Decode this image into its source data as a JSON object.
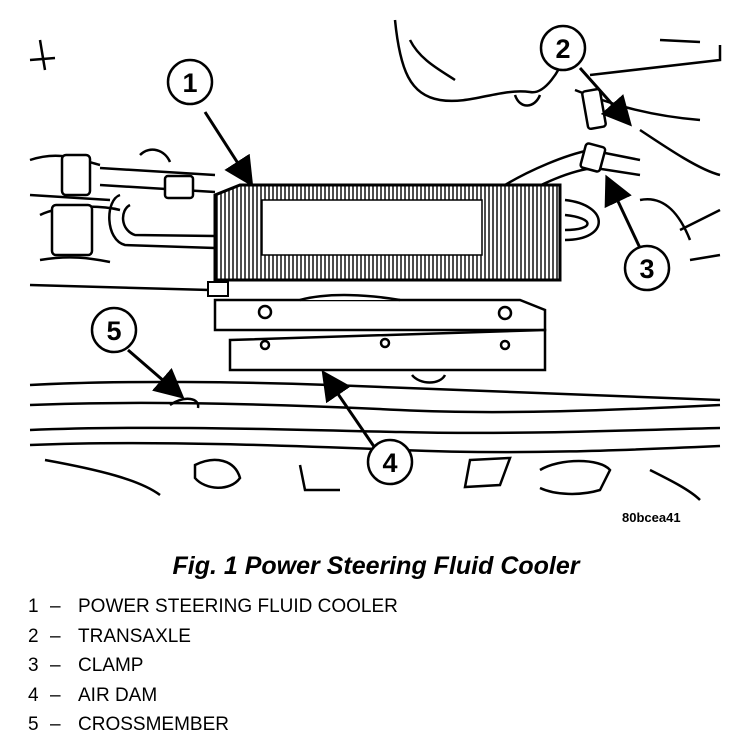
{
  "figure": {
    "code": "80bcea41",
    "caption": "Fig. 1 Power Steering Fluid Cooler"
  },
  "callouts": [
    "1",
    "2",
    "3",
    "4",
    "5"
  ],
  "legend": [
    {
      "num": "1",
      "sep": "–",
      "label": "POWER STEERING FLUID COOLER"
    },
    {
      "num": "2",
      "sep": "–",
      "label": "TRANSAXLE"
    },
    {
      "num": "3",
      "sep": "–",
      "label": "CLAMP"
    },
    {
      "num": "4",
      "sep": "–",
      "label": "AIR DAM"
    },
    {
      "num": "5",
      "sep": "–",
      "label": "CROSSMEMBER"
    }
  ]
}
